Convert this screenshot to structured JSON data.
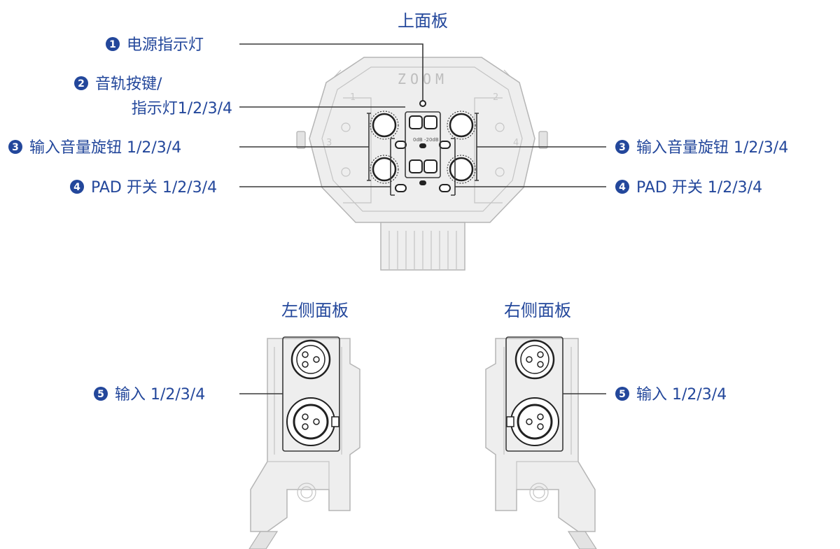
{
  "titles": {
    "top": "上面板",
    "left": "左侧面板",
    "right": "右侧面板"
  },
  "callouts": {
    "c1": {
      "num": "1",
      "text": "电源指示灯"
    },
    "c2": {
      "num": "2",
      "line1": "音轨按键/",
      "line2": "指示灯1/2/3/4"
    },
    "c3_left": {
      "num": "3",
      "text": "输入音量旋钮 1/2/3/4"
    },
    "c3_right": {
      "num": "3",
      "text": "输入音量旋钮 1/2/3/4"
    },
    "c4_left": {
      "num": "4",
      "text": "PAD 开关 1/2/3/4"
    },
    "c4_right": {
      "num": "4",
      "text": "PAD 开关 1/2/3/4"
    },
    "c5_left": {
      "num": "5",
      "text": "输入 1/2/3/4"
    },
    "c5_right": {
      "num": "5",
      "text": "输入 1/2/3/4"
    }
  },
  "device": {
    "logo": "ZOOM",
    "pad_labels": [
      "0dB",
      "-20dB"
    ],
    "channel_numbers": [
      "1",
      "2",
      "3",
      "4"
    ]
  },
  "colors": {
    "label": "#23479b",
    "leader": "#3a3a3a",
    "device_line": "#b5b5b5"
  }
}
